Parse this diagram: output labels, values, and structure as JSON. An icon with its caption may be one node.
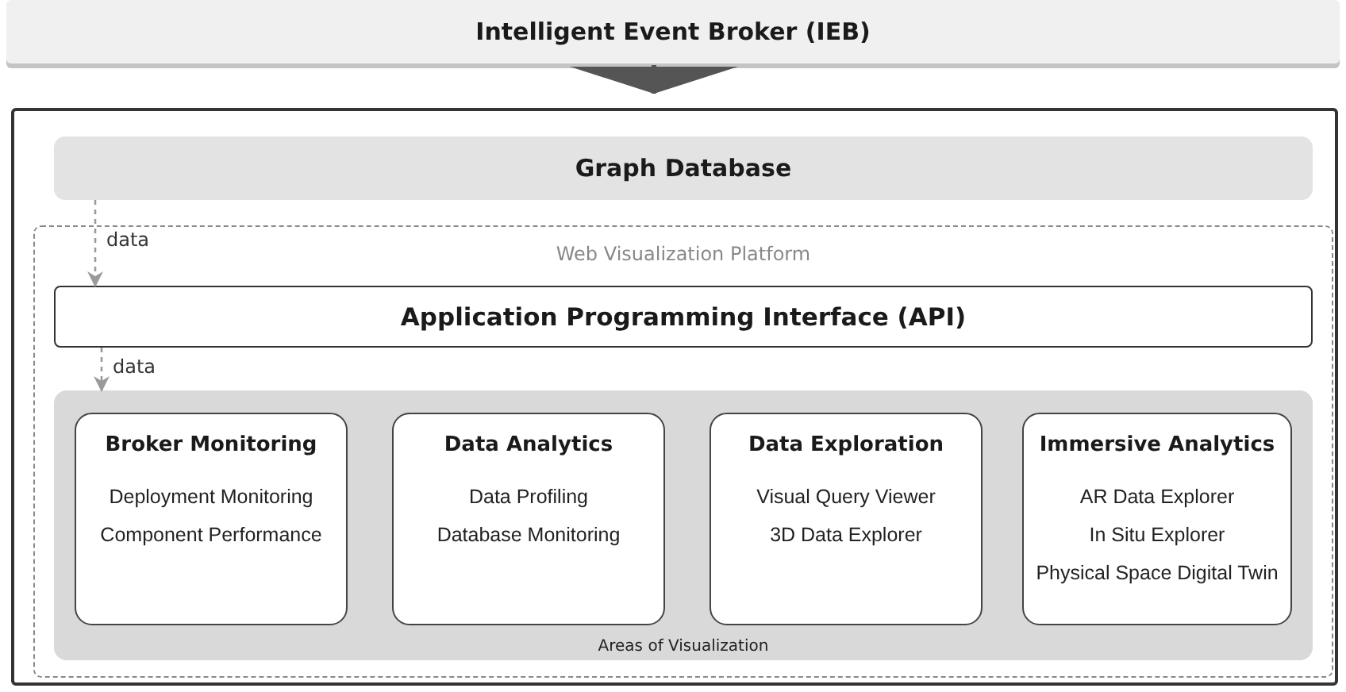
{
  "diagram": {
    "nodes": [
      {
        "text": [
          "Intelligent Event Broker (IEB)"
        ]
      },
      {
        "text": [],
        "shape": "box"
      },
      {
        "text": [
          "Graph Database"
        ],
        "in": 1
      },
      {
        "text": [
          "Web Visualization Platform"
        ],
        "in": 1
      },
      {
        "text": [
          "Application Programming Interface (API)"
        ],
        "in": 3
      },
      {
        "text": [
          "Areas of Visualization"
        ],
        "in": 3
      },
      {
        "text": [
          "Broker Monitoring",
          "Deployment Monitoring",
          "Component Performance"
        ],
        "in": 5
      },
      {
        "text": [
          "Data Analytics",
          "Data Profiling",
          "Database Monitoring"
        ],
        "in": 5
      },
      {
        "text": [
          "Data Exploration",
          "Visual Query Viewer",
          "3D Data Explorer"
        ],
        "in": 5
      },
      {
        "text": [
          "Immersive Analytics",
          "AR Data Explorer",
          "In Situ Explorer",
          "Physical Space Digital Twin"
        ],
        "in": 5
      }
    ],
    "edges": [
      {
        "from": 0,
        "to": 1,
        "arrow": "to",
        "style": "thick",
        "color": "#555555"
      },
      {
        "from": 2,
        "to": 4,
        "arrow": "to",
        "label": "data",
        "style": "dashed"
      },
      {
        "from": 4,
        "to": 5,
        "arrow": "to",
        "label": "data",
        "style": "dashed"
      }
    ]
  }
}
